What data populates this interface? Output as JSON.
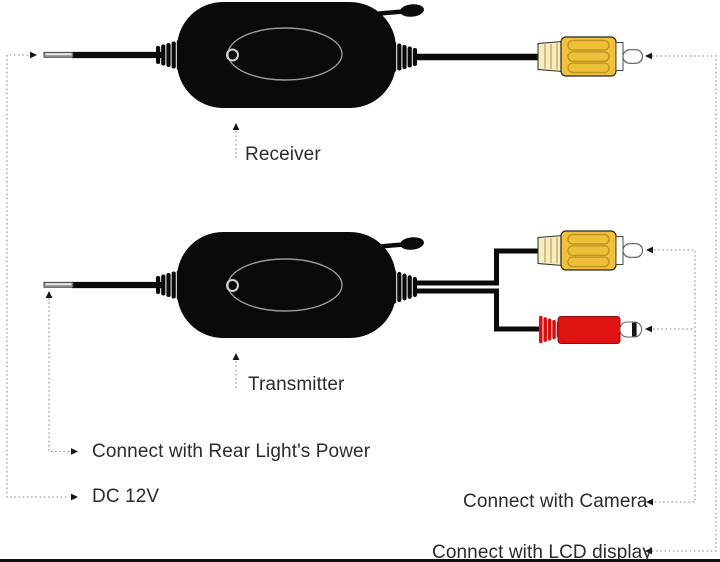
{
  "diagram": {
    "devices": [
      {
        "id": "receiver",
        "label": "Receiver"
      },
      {
        "id": "transmitter",
        "label": "Transmitter"
      }
    ],
    "annotations": {
      "rear_light_power": "Connect with Rear Light's Power",
      "dc_power": "DC 12V",
      "camera": "Connect with Camera",
      "lcd_display": "Connect with LCD display"
    },
    "colors": {
      "device_body": "#0a0a0a",
      "rca_video_yellow": "#f1c13c",
      "rca_power_red": "#e11414",
      "leader_line": "#9a9a9a",
      "label_text": "#2b2b2b",
      "background": "#ffffff"
    }
  }
}
